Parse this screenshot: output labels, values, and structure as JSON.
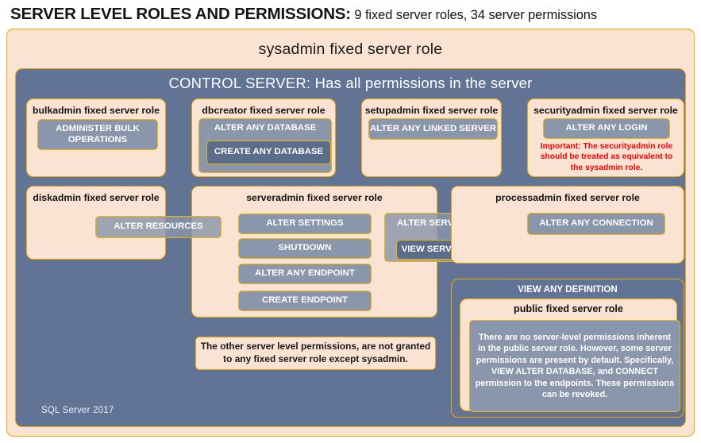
{
  "title": {
    "main": "SERVER LEVEL ROLES AND PERMISSIONS:",
    "sub": " 9 fixed server roles, 34 server permissions"
  },
  "diagram": {
    "sysadmin_label": "sysadmin fixed server role",
    "control_server_label": "CONTROL SERVER: Has all permissions in the server",
    "footer": "SQL Server 2017",
    "other_note": "The other server level permissions, are not granted to any fixed server role except sysadmin.",
    "roles": {
      "bulkadmin": {
        "title": "bulkadmin fixed server role",
        "permissions": [
          "ADMINISTER  BULK OPERATIONS"
        ]
      },
      "dbcreator": {
        "title": "dbcreator fixed server role",
        "permissions": [
          "ALTER ANY DATABASE",
          "CREATE  ANY DATABASE"
        ]
      },
      "setupadmin": {
        "title": "setupadmin fixed server role",
        "permissions": [
          "ALTER ANY LINKED SERVER"
        ]
      },
      "securityadmin": {
        "title": "securityadmin fixed server role",
        "permissions": [
          "ALTER ANY LOGIN"
        ],
        "warning": "Important:  The securityadmin role should  be treated  as equivalent to the  sysadmin role."
      },
      "diskadmin": {
        "title": "diskadmin fixed server role",
        "permissions": [
          "ALTER RESOURCES"
        ]
      },
      "serveradmin": {
        "title": "serveradmin fixed server role",
        "permissions": [
          "ALTER SETTINGS",
          "SHUTDOWN",
          "ALTER ANY ENDPOINT",
          "CREATE  ENDPOINT",
          "ALTER SERVER  STATE",
          "VIEW SERVER  STATE"
        ]
      },
      "processadmin": {
        "title": "processadmin fixed server role",
        "permissions": [
          "ALTER ANY CONNECTION"
        ]
      },
      "public": {
        "outer_permission": "VIEW ANY DEFINITION",
        "title": "public  fixed server role",
        "body": "There are no server-level permissions inherent in the public server role. However, some server permissions are present by default. Specifically, VIEW ALTER DATABASE, and CONNECT permission to the endpoints. These permissions can be revoked."
      }
    }
  },
  "colors": {
    "peach": "#fae3d2",
    "orange_border": "#f0a500",
    "blue_panel": "#627496",
    "permission_box": "#8a96ab",
    "permission_box_dark": "#5c6d8c",
    "warning_red": "#ff0000"
  }
}
